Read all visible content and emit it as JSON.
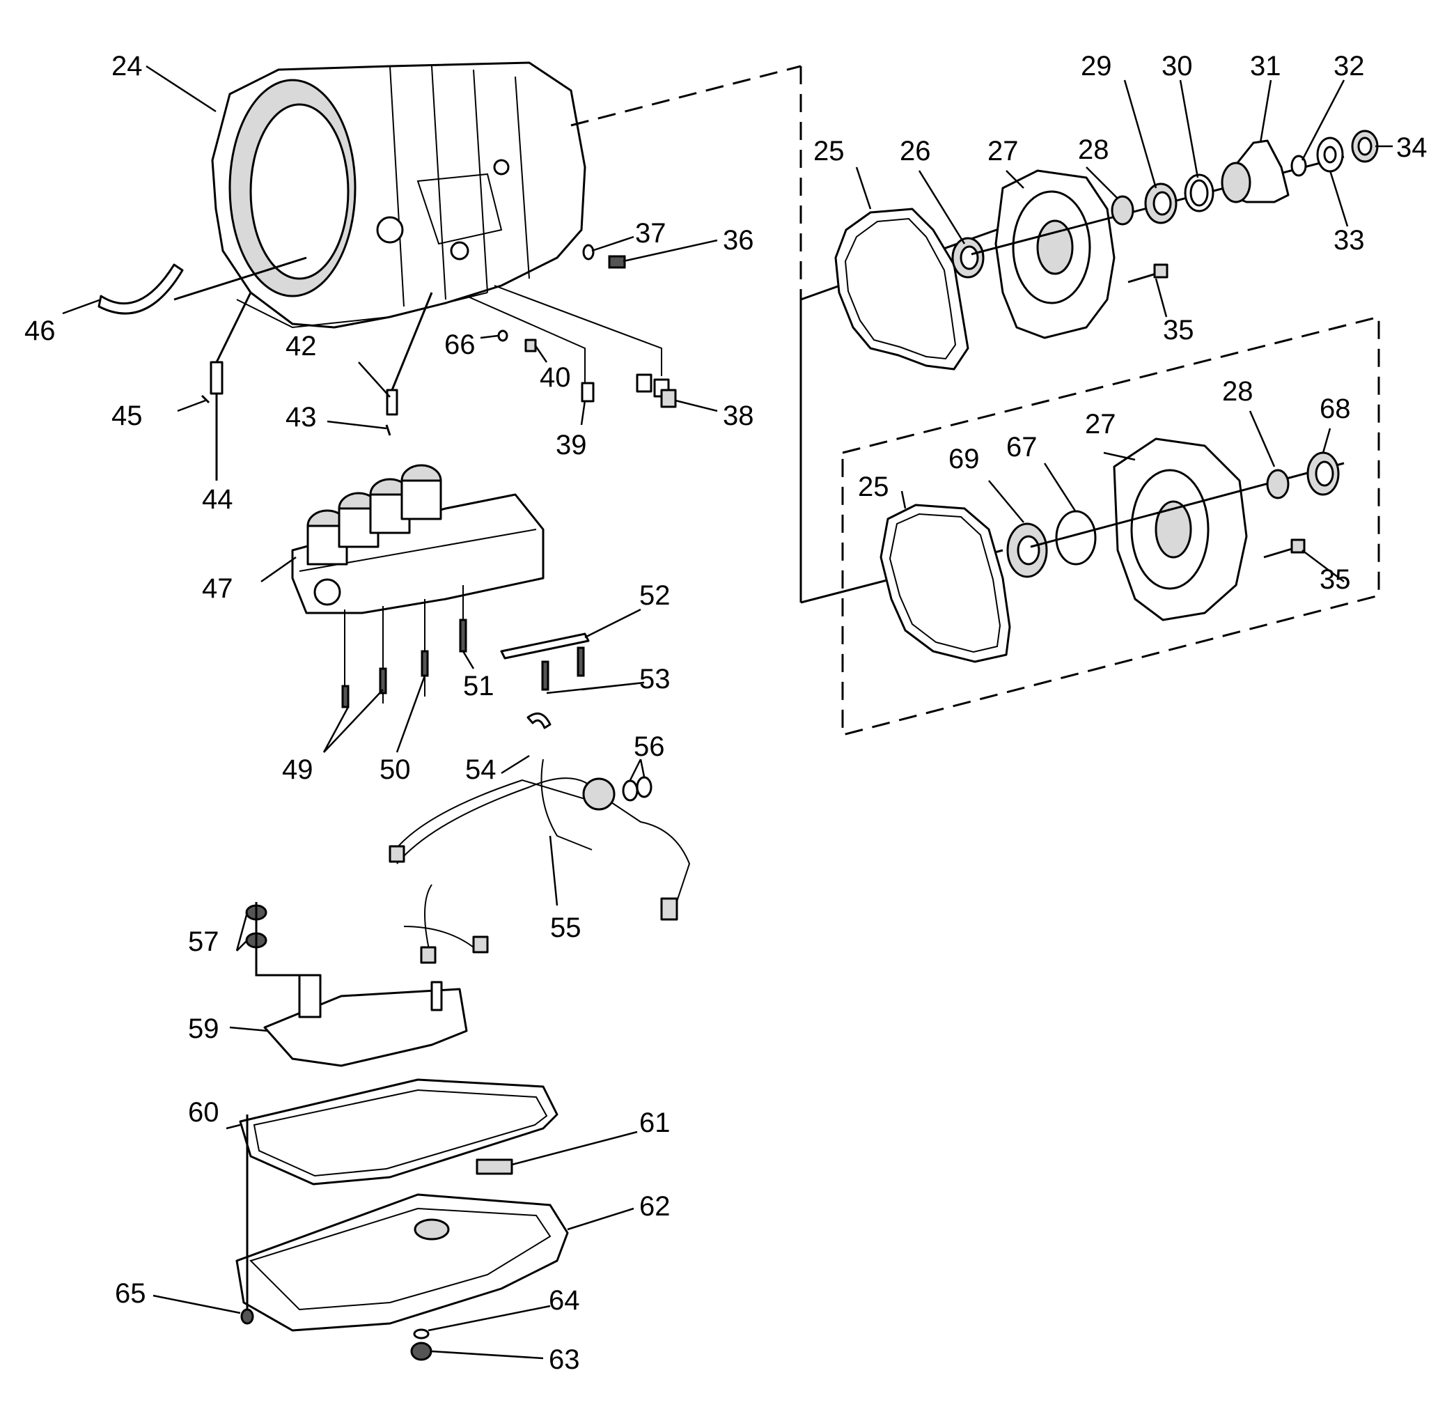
{
  "callouts": [
    {
      "id": "c24",
      "text": "24"
    },
    {
      "id": "c25a",
      "text": "25"
    },
    {
      "id": "c26",
      "text": "26"
    },
    {
      "id": "c27a",
      "text": "27"
    },
    {
      "id": "c28a",
      "text": "28"
    },
    {
      "id": "c29",
      "text": "29"
    },
    {
      "id": "c30",
      "text": "30"
    },
    {
      "id": "c31",
      "text": "31"
    },
    {
      "id": "c32",
      "text": "32"
    },
    {
      "id": "c33",
      "text": "33"
    },
    {
      "id": "c34",
      "text": "34"
    },
    {
      "id": "c35a",
      "text": "35"
    },
    {
      "id": "c36",
      "text": "36"
    },
    {
      "id": "c37",
      "text": "37"
    },
    {
      "id": "c38",
      "text": "38"
    },
    {
      "id": "c39",
      "text": "39"
    },
    {
      "id": "c40",
      "text": "40"
    },
    {
      "id": "c42",
      "text": "42"
    },
    {
      "id": "c43",
      "text": "43"
    },
    {
      "id": "c44",
      "text": "44"
    },
    {
      "id": "c45",
      "text": "45"
    },
    {
      "id": "c46",
      "text": "46"
    },
    {
      "id": "c47",
      "text": "47"
    },
    {
      "id": "c49",
      "text": "49"
    },
    {
      "id": "c50",
      "text": "50"
    },
    {
      "id": "c51",
      "text": "51"
    },
    {
      "id": "c52",
      "text": "52"
    },
    {
      "id": "c53",
      "text": "53"
    },
    {
      "id": "c54",
      "text": "54"
    },
    {
      "id": "c55",
      "text": "55"
    },
    {
      "id": "c56",
      "text": "56"
    },
    {
      "id": "c57",
      "text": "57"
    },
    {
      "id": "c59",
      "text": "59"
    },
    {
      "id": "c60",
      "text": "60"
    },
    {
      "id": "c61",
      "text": "61"
    },
    {
      "id": "c62",
      "text": "62"
    },
    {
      "id": "c63",
      "text": "63"
    },
    {
      "id": "c64",
      "text": "64"
    },
    {
      "id": "c65",
      "text": "65"
    },
    {
      "id": "c66",
      "text": "66"
    },
    {
      "id": "c25b",
      "text": "25"
    },
    {
      "id": "c27b",
      "text": "27"
    },
    {
      "id": "c28b",
      "text": "28"
    },
    {
      "id": "c35b",
      "text": "35"
    },
    {
      "id": "c67",
      "text": "67"
    },
    {
      "id": "c68",
      "text": "68"
    },
    {
      "id": "c69",
      "text": "69"
    }
  ]
}
